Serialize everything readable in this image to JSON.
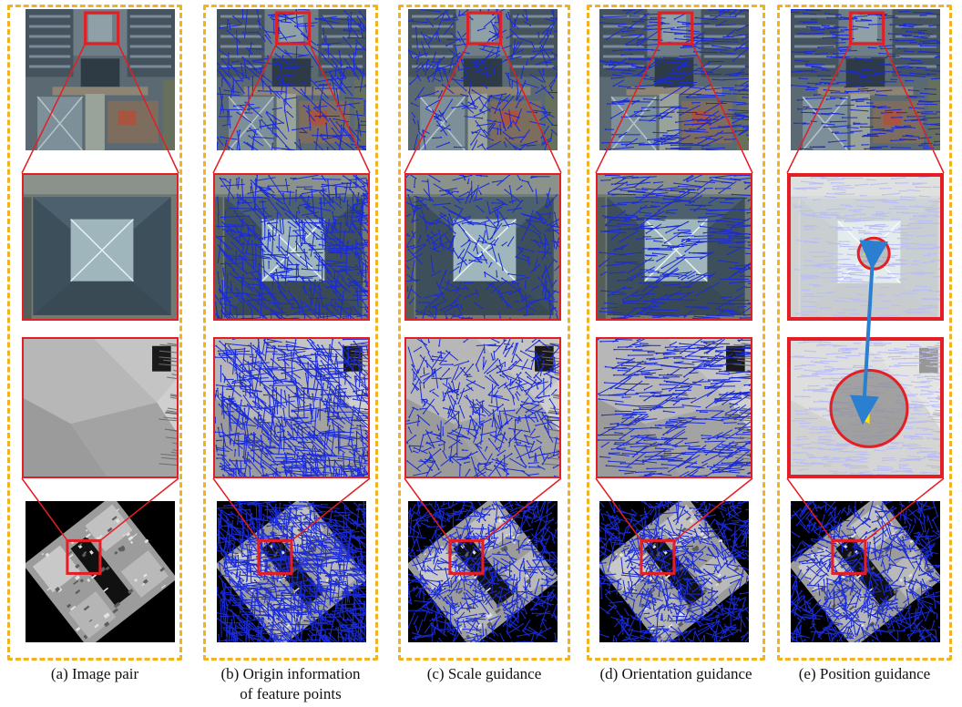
{
  "colors": {
    "panel_border": "#f2b321",
    "highlight_box": "#e31e24",
    "feature_lines": "#1a2bd6",
    "faded_feature_lines": "#b9bdf5",
    "match_arrow": "#2a7fd0",
    "keypoint_marker": "#ffe600",
    "satellite_dark": "#40505c",
    "roof_gray": "#a9acae",
    "background_black": "#000000"
  },
  "panels": [
    {
      "id": "a",
      "caption": "(a) Image pair",
      "overlay": "none"
    },
    {
      "id": "b",
      "caption": "(b) Origin information\nof feature points",
      "overlay": "dense"
    },
    {
      "id": "c",
      "caption": "(c) Scale guidance",
      "overlay": "scale"
    },
    {
      "id": "d",
      "caption": "(d) Orientation guidance",
      "overlay": "orientation"
    },
    {
      "id": "e",
      "caption": "(e) Position guidance",
      "overlay": "position"
    }
  ]
}
